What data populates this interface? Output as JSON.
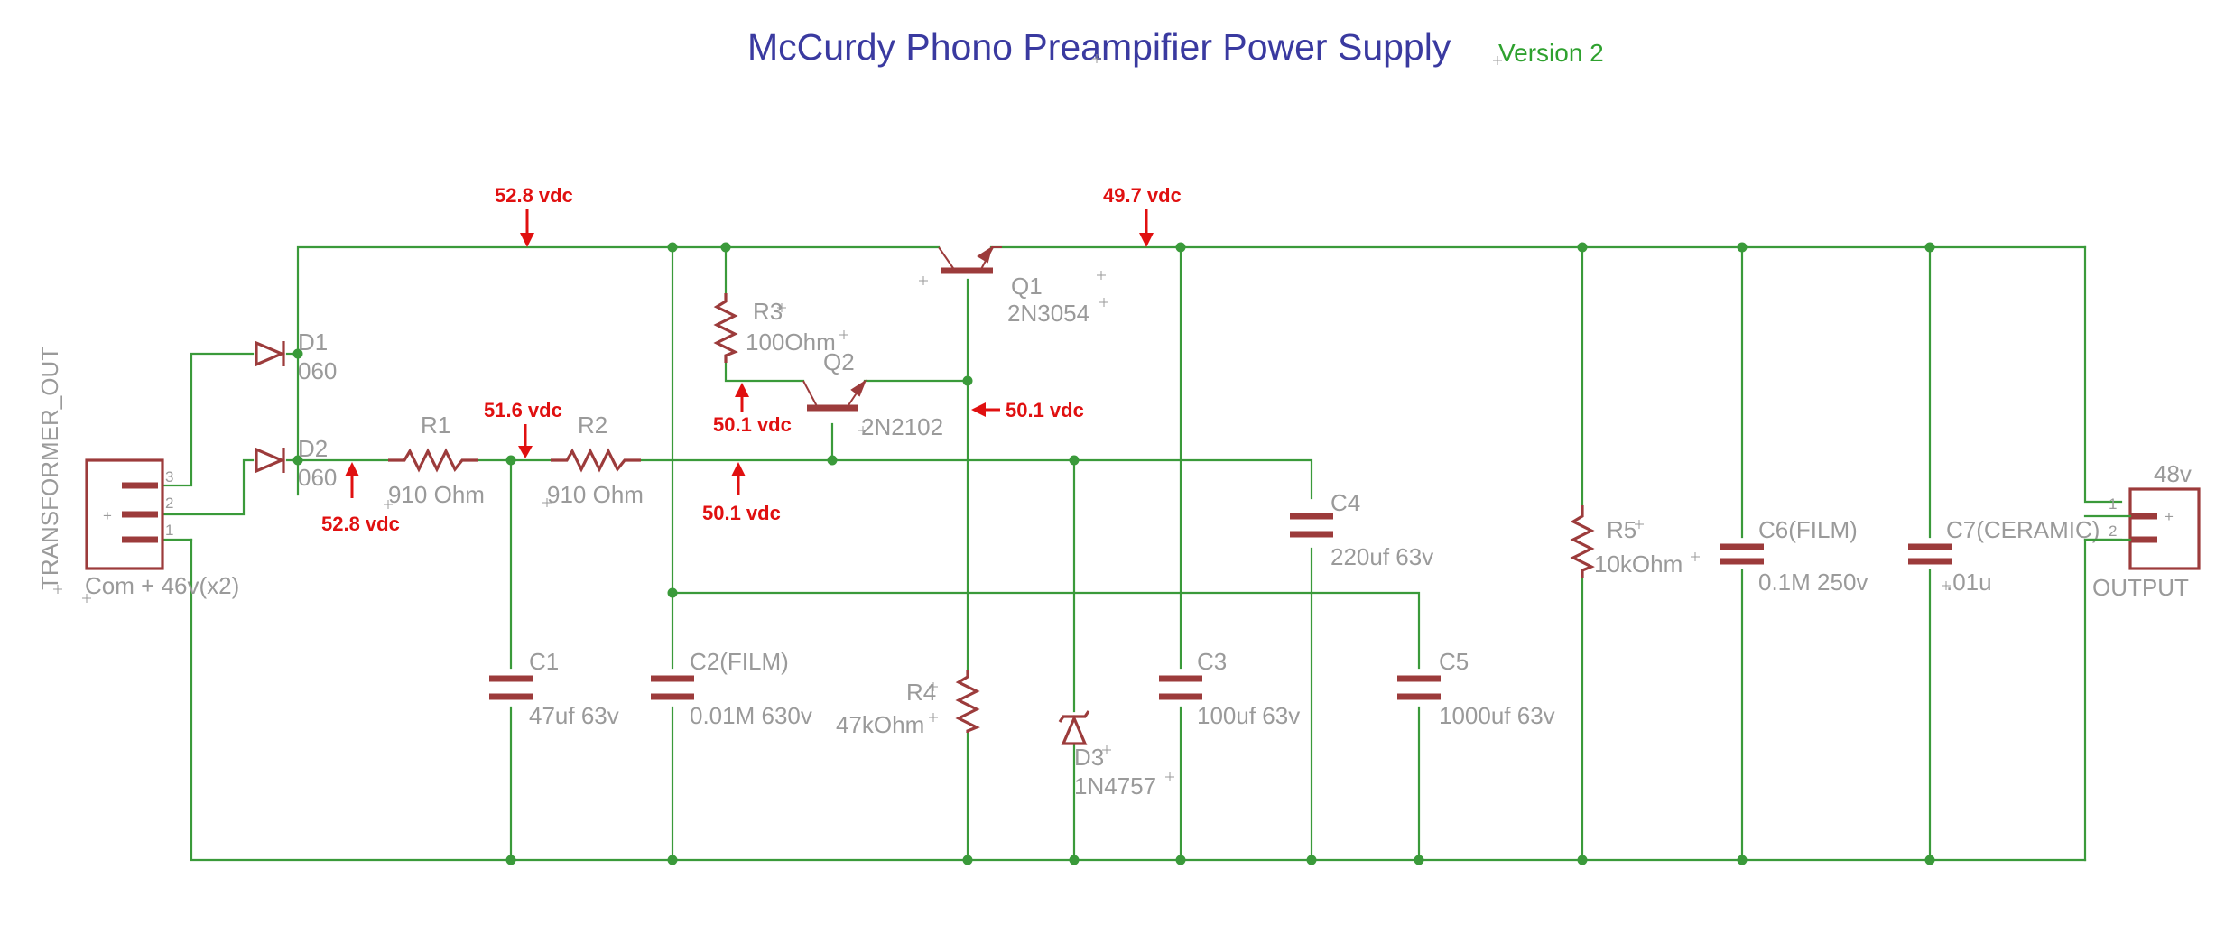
{
  "title": "McCurdy Phono Preampifier Power Supply",
  "version": "Version 2",
  "connectors": {
    "input": {
      "name": "TRANSFORMER_OUT",
      "value": "Com + 46v(x2)",
      "pins": [
        "3",
        "2",
        "1"
      ]
    },
    "output": {
      "name": "OUTPUT",
      "value": "48v",
      "pins": [
        "1",
        "2"
      ]
    }
  },
  "components": {
    "D1": {
      "name": "D1",
      "value": "060"
    },
    "D2": {
      "name": "D2",
      "value": "060"
    },
    "R1": {
      "name": "R1",
      "value": "910 Ohm"
    },
    "R2": {
      "name": "R2",
      "value": "910 Ohm"
    },
    "R3": {
      "name": "R3",
      "value": "100Ohm"
    },
    "R4": {
      "name": "R4",
      "value": "47kOhm"
    },
    "R5": {
      "name": "R5",
      "value": "10kOhm"
    },
    "Q1": {
      "name": "Q1",
      "value": "2N3054"
    },
    "Q2": {
      "name": "Q2",
      "value": "2N2102"
    },
    "C1": {
      "name": "C1",
      "value": "47uf 63v"
    },
    "C2": {
      "name": "C2(FILM)",
      "value": "0.01M 630v"
    },
    "C3": {
      "name": "C3",
      "value": "100uf 63v"
    },
    "C4": {
      "name": "C4",
      "value": "220uf 63v"
    },
    "C5": {
      "name": "C5",
      "value": "1000uf 63v"
    },
    "C6": {
      "name": "C6(FILM)",
      "value": "0.1M 250v"
    },
    "C7": {
      "name": "C7(CERAMIC)",
      "value": ".01u"
    },
    "D3": {
      "name": "D3",
      "value": "1N4757"
    }
  },
  "voltages": {
    "top_left": "52.8 vdc",
    "top_right": "49.7 vdc",
    "d2_node": "52.8 vdc",
    "r1_r2_node": "51.6 vdc",
    "q2_base": "50.1 vdc",
    "r3_node": "50.1 vdc",
    "q1_base": "50.1 vdc"
  },
  "colors": {
    "wire": "#3a9a3a",
    "component": "#9c3b3b",
    "label": "#9a9a9a",
    "title": "#3a3aa0",
    "version": "#2ea12e",
    "annotation": "#e01010"
  }
}
